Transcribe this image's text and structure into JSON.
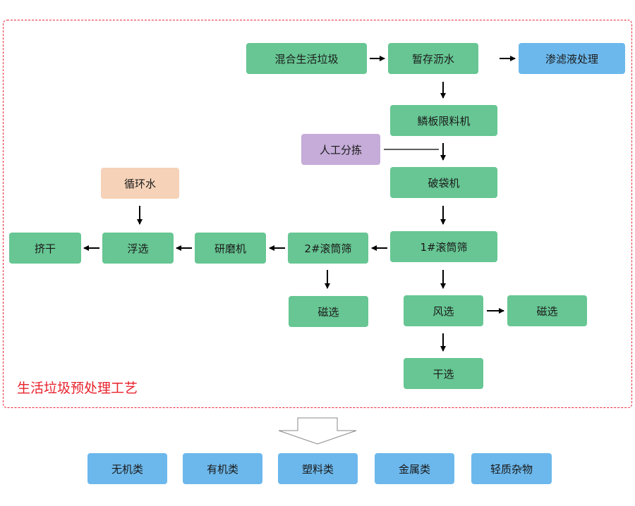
{
  "diagram": {
    "title": "生活垃圾预处理工艺",
    "nodes": {
      "mixed_waste": "混合生活垃圾",
      "temp_storage": "暂存沥水",
      "leachate": "渗滤液处理",
      "scale_feeder": "鳞板限料机",
      "manual_sorting": "人工分拣",
      "bag_breaker": "破袋机",
      "circulating_water": "循环水",
      "trommel_1": "1#滚筒筛",
      "trommel_2": "2#滚筒筛",
      "grinder": "研磨机",
      "flotation": "浮选",
      "squeeze_dry": "挤干",
      "magnetic_left": "磁选",
      "air_sep": "风选",
      "magnetic_right": "磁选",
      "dry_sep": "干选"
    },
    "outputs": [
      "无机类",
      "有机类",
      "塑料类",
      "金属类",
      "轻质杂物"
    ],
    "colors": {
      "process": "#67c693",
      "output": "#6cb8ec",
      "manual": "#c5acd9",
      "water": "#f5d2b8",
      "frame": "#e8283a"
    }
  }
}
